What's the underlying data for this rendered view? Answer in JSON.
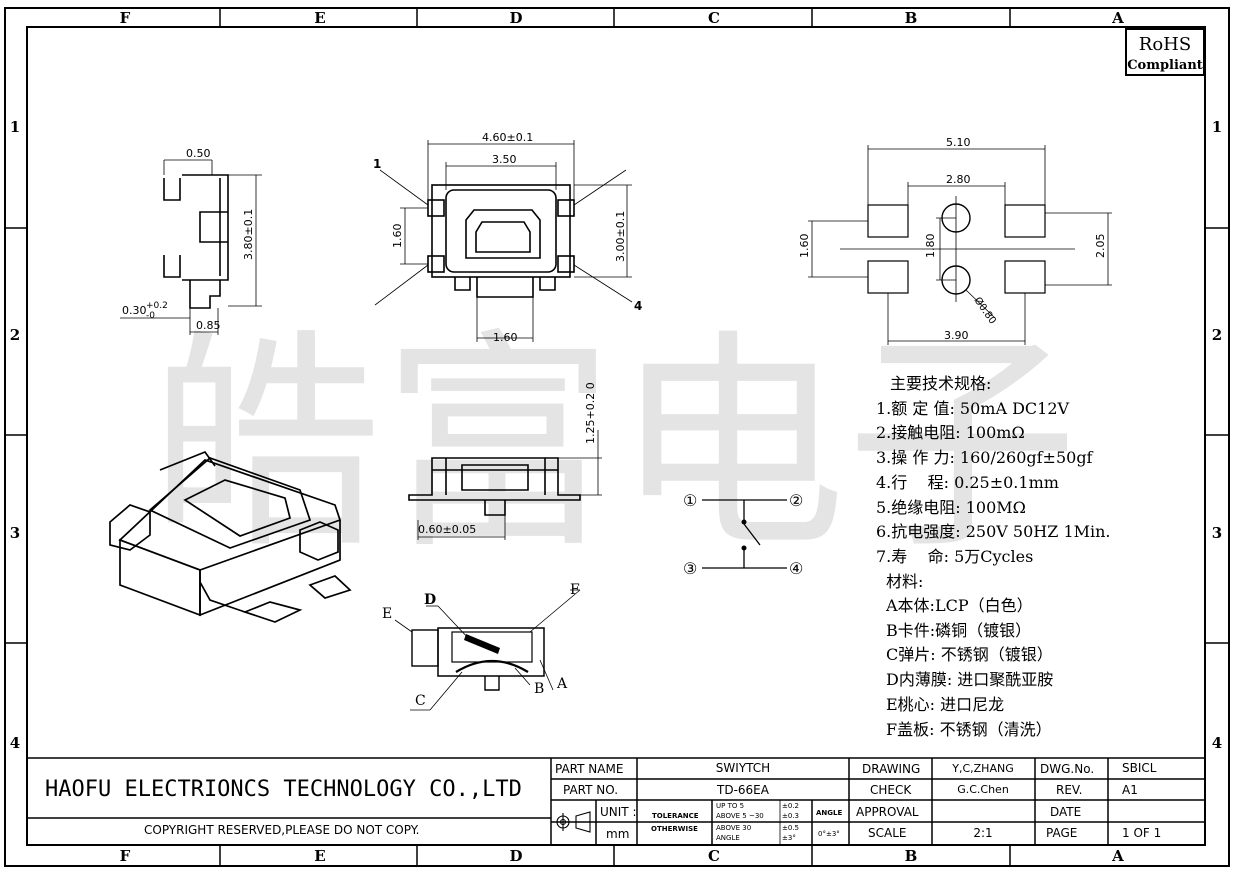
{
  "watermark": "皓富电子",
  "frame": {
    "cols": [
      "F",
      "E",
      "D",
      "C",
      "B",
      "A"
    ],
    "rows": [
      "1",
      "2",
      "3",
      "4"
    ]
  },
  "rohs": {
    "line1": "RoHS",
    "line2": "Compliant"
  },
  "side_view": {
    "d_width": "0.50",
    "d_height": "3.80±0.1",
    "d_offset": "0.30",
    "d_offset_tol_up": "+0.2",
    "d_offset_tol_dn": "-0",
    "d_tab": "0.85"
  },
  "top_view": {
    "d_outer": "4.60±0.1",
    "d_inner": "3.50",
    "d_height": "3.00±0.1",
    "d_pitch": "1.60",
    "d_bottom": "1.60",
    "label_1": "1",
    "label_4": "4"
  },
  "pcb_layout": {
    "d_total": "5.10",
    "d_inner": "2.80",
    "d_bottom": "3.90",
    "d_left": "1.60",
    "d_center": "1.80",
    "d_right": "2.05",
    "d_hole": "Ø0.80"
  },
  "front_view": {
    "d_height": "1.25+0.2 0",
    "d_stem": "0.60±0.05"
  },
  "circuit": {
    "p1": "①",
    "p2": "②",
    "p3": "③",
    "p4": "④"
  },
  "section": {
    "D": "D",
    "E": "E",
    "F": "F",
    "C": "C",
    "B": "B",
    "A": "A"
  },
  "specs": {
    "heading": "主要技术规格:",
    "items": [
      "1.额 定 值: 50mA DC12V",
      "2.接触电阻: 100mΩ",
      "3.操 作 力: 160/260gf±50gf",
      "4.行    程: 0.25±0.1mm",
      "5.绝缘电阻: 100MΩ",
      "6.抗电强度: 250V 50HZ 1Min.",
      "7.寿    命: 5万Cycles"
    ],
    "materials_heading": "材料:",
    "materials": [
      "A本体:LCP（白色）",
      "B卡件:磷铜（镀银）",
      "C弹片: 不锈钢（镀银）",
      "D内薄膜: 进口聚酰亚胺",
      "E桃心: 进口尼龙",
      "F盖板: 不锈钢（清洗）"
    ]
  },
  "title_block": {
    "company": "HAOFU ELECTRIONCS TECHNOLOGY CO.,LTD",
    "copyright": "COPYRIGHT RESERVED,PLEASE DO NOT COPY.",
    "part_name_label": "PART NAME",
    "part_name": "SWIYTCH",
    "part_no_label": "PART NO.",
    "part_no": "TD-66EA",
    "unit_label": "UNIT :",
    "unit": "mm",
    "tolerance_label": "TOLERANCE",
    "otherwise_label": "OTHERWISE",
    "tol_rows": [
      {
        "range": "UP TO 5",
        "tol": "±0.2"
      },
      {
        "range": "ABOVE 5 ~30",
        "tol": "±0.3"
      },
      {
        "range": "ABOVE 30",
        "tol": "±0.5"
      },
      {
        "range": "ANGLE",
        "tol": "±3°"
      }
    ],
    "angle_label": "ANGLE",
    "angle_value": "0°±3°",
    "drawing_label": "DRAWING",
    "drawing": "Y,C,ZHANG",
    "check_label": "CHECK",
    "check": "G.C.Chen",
    "approval_label": "APPROVAL",
    "approval": "",
    "scale_label": "SCALE",
    "scale": "2:1",
    "dwg_no_label": "DWG.No.",
    "dwg_no": "SBICL",
    "rev_label": "REV.",
    "rev": "A1",
    "date_label": "DATE",
    "date": "",
    "page_label": "PAGE",
    "page": "1 OF 1"
  }
}
